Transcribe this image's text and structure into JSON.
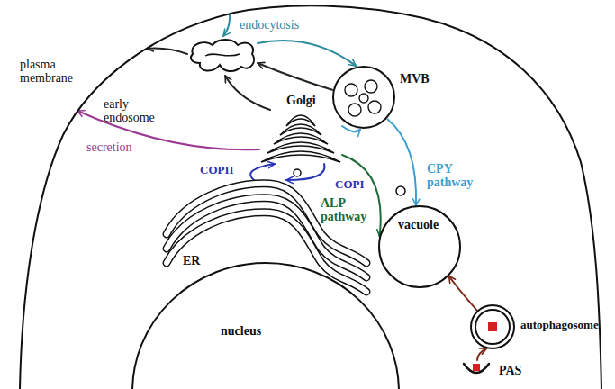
{
  "diagram": {
    "nodes": [
      {
        "text": [
          "plasma membrane"
        ]
      },
      {
        "text": [
          "early endosome"
        ],
        "in": 0
      },
      {
        "text": [
          "MVB"
        ],
        "in": 0
      },
      {
        "text": [
          "Golgi"
        ],
        "in": 0
      },
      {
        "text": [
          "vacuole"
        ],
        "in": 0
      },
      {
        "text": [
          "autophagosome"
        ],
        "in": 0
      },
      {
        "text": [
          "PAS"
        ],
        "in": 0
      },
      {
        "text": [
          "ER"
        ],
        "in": 0
      },
      {
        "text": [
          "nucleus"
        ],
        "in": 0
      }
    ],
    "edges": [
      {
        "from": 0,
        "to": 1,
        "label": "endocytosis",
        "arrow": "to"
      },
      {
        "from": 3,
        "to": 0,
        "label": "secretion",
        "arrow": "to"
      },
      {
        "from": 1,
        "to": 0,
        "arrow": "to"
      },
      {
        "from": 3,
        "to": 1,
        "arrow": "to"
      },
      {
        "from": 2,
        "to": 1,
        "arrow": "to"
      },
      {
        "from": 1,
        "to": 2,
        "arrow": "to"
      },
      {
        "from": 3,
        "to": 2,
        "arrow": "to"
      },
      {
        "from": 2,
        "to": 4,
        "label": "CPY pathway",
        "arrow": "to"
      },
      {
        "from": 3,
        "to": 4,
        "label": "ALP pathway",
        "arrow": "to"
      },
      {
        "from": 7,
        "to": 3,
        "label": "COPII",
        "arrow": "to"
      },
      {
        "from": 3,
        "to": 7,
        "label": "COPI",
        "arrow": "to"
      },
      {
        "from": 5,
        "to": 4,
        "arrow": "to"
      },
      {
        "from": 6,
        "to": 5,
        "arrow": "to"
      }
    ]
  }
}
